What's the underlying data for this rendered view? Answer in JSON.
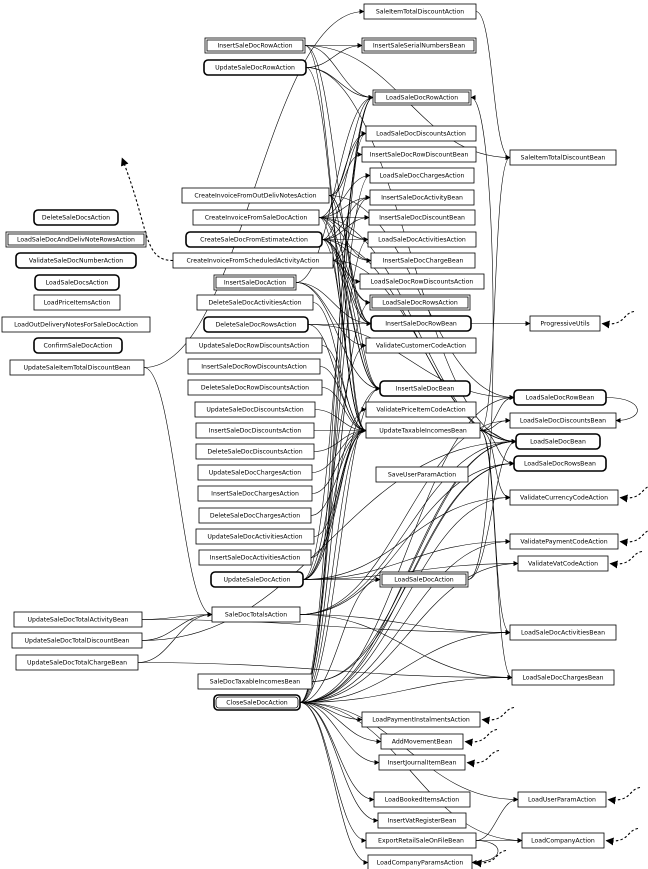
{
  "nodes": [
    {
      "id": "SaleItemTotalDiscountAction",
      "label": "SaleItemTotalDiscountAction",
      "style": "single"
    },
    {
      "id": "InsertSaleDocRowAction",
      "label": "InsertSaleDocRowAction",
      "style": "double"
    },
    {
      "id": "InsertSaleSerialNumbersBean",
      "label": "InsertSaleSerialNumbersBean",
      "style": "double"
    },
    {
      "id": "UpdateSaleDocRowAction",
      "label": "UpdateSaleDocRowAction",
      "style": "rounded"
    },
    {
      "id": "LoadSaleDocRowAction",
      "label": "LoadSaleDocRowAction",
      "style": "double"
    },
    {
      "id": "LoadSaleDocDiscountsAction",
      "label": "LoadSaleDocDiscountsAction",
      "style": "single"
    },
    {
      "id": "InsertSaleDocRowDiscountBean",
      "label": "InsertSaleDocRowDiscountBean",
      "style": "single"
    },
    {
      "id": "SaleItemTotalDiscountBean",
      "label": "SaleItemTotalDiscountBean",
      "style": "single"
    },
    {
      "id": "LoadSaleDocChargesAction",
      "label": "LoadSaleDocChargesAction",
      "style": "single"
    },
    {
      "id": "CreateInvoiceFromOutDelivNotesAction",
      "label": "CreateInvoiceFromOutDelivNotesAction",
      "style": "single"
    },
    {
      "id": "InsertSaleDocActivityBean",
      "label": "InsertSaleDocActivityBean",
      "style": "single"
    },
    {
      "id": "CreateInvoiceFromSaleDocAction",
      "label": "CreateInvoiceFromSaleDocAction",
      "style": "single"
    },
    {
      "id": "InsertSaleDocDiscountBean",
      "label": "InsertSaleDocDiscountBean",
      "style": "single"
    },
    {
      "id": "DeleteSaleDocsAction",
      "label": "DeleteSaleDocsAction",
      "style": "rounded"
    },
    {
      "id": "CreateSaleDocFromEstimateAction",
      "label": "CreateSaleDocFromEstimateAction",
      "style": "rounded"
    },
    {
      "id": "LoadSaleDocActivitiesAction",
      "label": "LoadSaleDocActivitiesAction",
      "style": "single"
    },
    {
      "id": "LoadSaleDocAndDelivNoteRowsAction",
      "label": "LoadSaleDocAndDelivNoteRowsAction",
      "style": "double"
    },
    {
      "id": "CreateInvoiceFromScheduledActivityAction",
      "label": "CreateInvoiceFromScheduledActivityAction",
      "style": "single"
    },
    {
      "id": "InsertSaleDocChargeBean",
      "label": "InsertSaleDocChargeBean",
      "style": "single"
    },
    {
      "id": "ValidateSaleDocNumberAction",
      "label": "ValidateSaleDocNumberAction",
      "style": "rounded"
    },
    {
      "id": "InsertSaleDocAction",
      "label": "InsertSaleDocAction",
      "style": "double"
    },
    {
      "id": "LoadSaleDocRowDiscountsAction",
      "label": "LoadSaleDocRowDiscountsAction",
      "style": "single"
    },
    {
      "id": "LoadSaleDocsAction",
      "label": "LoadSaleDocsAction",
      "style": "rounded"
    },
    {
      "id": "DeleteSaleDocActivitiesAction",
      "label": "DeleteSaleDocActivitiesAction",
      "style": "single"
    },
    {
      "id": "LoadSaleDocRowsAction",
      "label": "LoadSaleDocRowsAction",
      "style": "double"
    },
    {
      "id": "LoadPriceItemsAction",
      "label": "LoadPriceItemsAction",
      "style": "single"
    },
    {
      "id": "LoadOutDeliveryNotesForSaleDocAction",
      "label": "LoadOutDeliveryNotesForSaleDocAction",
      "style": "single"
    },
    {
      "id": "DeleteSaleDocRowsAction",
      "label": "DeleteSaleDocRowsAction",
      "style": "rounded"
    },
    {
      "id": "InsertSaleDocRowBean",
      "label": "InsertSaleDocRowBean",
      "style": "rounded"
    },
    {
      "id": "ProgressiveUtils",
      "label": "ProgressiveUtils",
      "style": "single"
    },
    {
      "id": "ConfirmSaleDocAction",
      "label": "ConfirmSaleDocAction",
      "style": "rounded"
    },
    {
      "id": "UpdateSaleDocRowDiscountsAction",
      "label": "UpdateSaleDocRowDiscountsAction",
      "style": "single"
    },
    {
      "id": "ValidateCustomerCodeAction",
      "label": "ValidateCustomerCodeAction",
      "style": "single"
    },
    {
      "id": "UpdateSaleItemTotalDiscountBean",
      "label": "UpdateSaleItemTotalDiscountBean",
      "style": "single"
    },
    {
      "id": "InsertSaleDocRowDiscountsAction",
      "label": "InsertSaleDocRowDiscountsAction",
      "style": "single"
    },
    {
      "id": "DeleteSaleDocRowDiscountsAction",
      "label": "DeleteSaleDocRowDiscountsAction",
      "style": "single"
    },
    {
      "id": "InsertSaleDocBean",
      "label": "InsertSaleDocBean",
      "style": "rounded"
    },
    {
      "id": "LoadSaleDocRowBean",
      "label": "LoadSaleDocRowBean",
      "style": "rounded"
    },
    {
      "id": "UpdateSaleDocDiscountsAction",
      "label": "UpdateSaleDocDiscountsAction",
      "style": "single"
    },
    {
      "id": "ValidatePriceItemCodeAction",
      "label": "ValidatePriceItemCodeAction",
      "style": "single"
    },
    {
      "id": "LoadSaleDocDiscountsBean",
      "label": "LoadSaleDocDiscountsBean",
      "style": "single"
    },
    {
      "id": "InsertSaleDocDiscountsAction",
      "label": "InsertSaleDocDiscountsAction",
      "style": "single"
    },
    {
      "id": "UpdateTaxableIncomesBean",
      "label": "UpdateTaxableIncomesBean",
      "style": "single"
    },
    {
      "id": "LoadSaleDocBean",
      "label": "LoadSaleDocBean",
      "style": "rounded"
    },
    {
      "id": "DeleteSaleDocDiscountsAction",
      "label": "DeleteSaleDocDiscountsAction",
      "style": "single"
    },
    {
      "id": "LoadSaleDocRowsBean",
      "label": "LoadSaleDocRowsBean",
      "style": "rounded"
    },
    {
      "id": "UpdateSaleDocChargesAction",
      "label": "UpdateSaleDocChargesAction",
      "style": "single"
    },
    {
      "id": "SaveUserParamAction",
      "label": "SaveUserParamAction",
      "style": "single"
    },
    {
      "id": "InsertSaleDocChargesAction",
      "label": "InsertSaleDocChargesAction",
      "style": "single"
    },
    {
      "id": "ValidateCurrencyCodeAction",
      "label": "ValidateCurrencyCodeAction",
      "style": "single"
    },
    {
      "id": "DeleteSaleDocChargesAction",
      "label": "DeleteSaleDocChargesAction",
      "style": "single"
    },
    {
      "id": "UpdateSaleDocActivitiesAction",
      "label": "UpdateSaleDocActivitiesAction",
      "style": "single"
    },
    {
      "id": "ValidatePaymentCodeAction",
      "label": "ValidatePaymentCodeAction",
      "style": "single"
    },
    {
      "id": "InsertSaleDocActivitiesAction",
      "label": "InsertSaleDocActivitiesAction",
      "style": "single"
    },
    {
      "id": "ValidateVatCodeAction",
      "label": "ValidateVatCodeAction",
      "style": "single"
    },
    {
      "id": "UpdateSaleDocAction",
      "label": "UpdateSaleDocAction",
      "style": "rounded"
    },
    {
      "id": "LoadSaleDocAction",
      "label": "LoadSaleDocAction",
      "style": "double"
    },
    {
      "id": "UpdateSaleDocTotalActivityBean",
      "label": "UpdateSaleDocTotalActivityBean",
      "style": "single"
    },
    {
      "id": "SaleDocTotalsAction",
      "label": "SaleDocTotalsAction",
      "style": "single"
    },
    {
      "id": "LoadSaleDocActivitiesBean",
      "label": "LoadSaleDocActivitiesBean",
      "style": "single"
    },
    {
      "id": "UpdateSaleDocTotalDiscountBean",
      "label": "UpdateSaleDocTotalDiscountBean",
      "style": "single"
    },
    {
      "id": "UpdateSaleDocTotalChargeBean",
      "label": "UpdateSaleDocTotalChargeBean",
      "style": "single"
    },
    {
      "id": "LoadSaleDocChargesBean",
      "label": "LoadSaleDocChargesBean",
      "style": "single"
    },
    {
      "id": "SaleDocTaxableIncomesBean",
      "label": "SaleDocTaxableIncomesBean",
      "style": "single"
    },
    {
      "id": "CloseSaleDocAction",
      "label": "CloseSaleDocAction",
      "style": "double-rounded"
    },
    {
      "id": "LoadPaymentInstalmentsAction",
      "label": "LoadPaymentInstalmentsAction",
      "style": "single"
    },
    {
      "id": "AddMovementBean",
      "label": "AddMovementBean",
      "style": "single"
    },
    {
      "id": "InsertJournalItemBean",
      "label": "InsertJournalItemBean",
      "style": "single"
    },
    {
      "id": "LoadBookedItemsAction",
      "label": "LoadBookedItemsAction",
      "style": "single"
    },
    {
      "id": "LoadUserParamAction",
      "label": "LoadUserParamAction",
      "style": "single"
    },
    {
      "id": "InsertVatRegisterBean",
      "label": "InsertVatRegisterBean",
      "style": "single"
    },
    {
      "id": "ExportRetailSaleOnFileBean",
      "label": "ExportRetailSaleOnFileBean",
      "style": "single"
    },
    {
      "id": "LoadCompanyAction",
      "label": "LoadCompanyAction",
      "style": "single"
    },
    {
      "id": "LoadCompanyParamsAction",
      "label": "LoadCompanyParamsAction",
      "style": "single"
    }
  ],
  "edges": [
    [
      "UpdateSaleItemTotalDiscountBean",
      "SaleItemTotalDiscountAction"
    ],
    [
      "SaleItemTotalDiscountAction",
      "SaleItemTotalDiscountBean"
    ],
    [
      "InsertSaleDocRowAction",
      "InsertSaleSerialNumbersBean"
    ],
    [
      "InsertSaleDocRowAction",
      "InsertSaleDocRowBean"
    ],
    [
      "InsertSaleDocRowAction",
      "LoadSaleDocRowAction"
    ],
    [
      "InsertSaleDocRowAction",
      "UpdateTaxableIncomesBean"
    ],
    [
      "InsertSaleDocRowAction",
      "SaleItemTotalDiscountBean"
    ],
    [
      "UpdateSaleDocRowAction",
      "InsertSaleSerialNumbersBean"
    ],
    [
      "UpdateSaleDocRowAction",
      "LoadSaleDocRowAction"
    ],
    [
      "UpdateSaleDocRowAction",
      "UpdateTaxableIncomesBean"
    ],
    [
      "UpdateSaleDocRowAction",
      "LoadSaleDocBean"
    ],
    [
      "CreateInvoiceFromOutDelivNotesAction",
      "InsertSaleDocBean"
    ],
    [
      "CreateInvoiceFromOutDelivNotesAction",
      "InsertSaleDocRowBean"
    ],
    [
      "CreateInvoiceFromOutDelivNotesAction",
      "UpdateTaxableIncomesBean"
    ],
    [
      "CreateInvoiceFromOutDelivNotesAction",
      "InsertSaleDocRowDiscountBean"
    ],
    [
      "CreateInvoiceFromOutDelivNotesAction",
      "LoadSaleDocRowAction"
    ],
    [
      "CreateInvoiceFromOutDelivNotesAction",
      "LoadSaleDocRowBean"
    ],
    [
      "CreateInvoiceFromSaleDocAction",
      "InsertSaleDocBean"
    ],
    [
      "CreateInvoiceFromSaleDocAction",
      "InsertSaleDocActivityBean"
    ],
    [
      "CreateInvoiceFromSaleDocAction",
      "InsertSaleDocDiscountBean"
    ],
    [
      "CreateInvoiceFromSaleDocAction",
      "InsertSaleDocChargeBean"
    ],
    [
      "CreateInvoiceFromSaleDocAction",
      "LoadSaleDocDiscountsAction"
    ],
    [
      "CreateInvoiceFromSaleDocAction",
      "LoadSaleDocChargesAction"
    ],
    [
      "CreateInvoiceFromSaleDocAction",
      "LoadSaleDocActivitiesAction"
    ],
    [
      "CreateInvoiceFromSaleDocAction",
      "LoadSaleDocRowsAction"
    ],
    [
      "CreateInvoiceFromSaleDocAction",
      "UpdateTaxableIncomesBean"
    ],
    [
      "CreateInvoiceFromSaleDocAction",
      "LoadSaleDocBean"
    ],
    [
      "CreateSaleDocFromEstimateAction",
      "InsertSaleDocBean"
    ],
    [
      "CreateSaleDocFromEstimateAction",
      "InsertSaleDocActivityBean"
    ],
    [
      "CreateSaleDocFromEstimateAction",
      "InsertSaleDocDiscountBean"
    ],
    [
      "CreateSaleDocFromEstimateAction",
      "InsertSaleDocChargeBean"
    ],
    [
      "CreateSaleDocFromEstimateAction",
      "LoadSaleDocDiscountsAction"
    ],
    [
      "CreateSaleDocFromEstimateAction",
      "LoadSaleDocActivitiesAction"
    ],
    [
      "CreateSaleDocFromEstimateAction",
      "LoadSaleDocRowsAction"
    ],
    [
      "CreateSaleDocFromEstimateAction",
      "LoadSaleDocRowDiscountsAction"
    ],
    [
      "CreateSaleDocFromEstimateAction",
      "InsertSaleDocRowBean"
    ],
    [
      "CreateSaleDocFromEstimateAction",
      "UpdateTaxableIncomesBean"
    ],
    [
      "CreateSaleDocFromEstimateAction",
      "LoadSaleDocBean"
    ],
    [
      "CreateInvoiceFromScheduledActivityAction",
      "InsertSaleDocBean"
    ],
    [
      "CreateInvoiceFromScheduledActivityAction",
      "InsertSaleDocRowBean"
    ],
    [
      "CreateInvoiceFromScheduledActivityAction",
      "UpdateTaxableIncomesBean"
    ],
    [
      "CreateInvoiceFromScheduledActivityAction",
      "InsertSaleDocActivityBean"
    ],
    [
      "CreateInvoiceFromScheduledActivityAction",
      "LoadSaleDocRowAction"
    ],
    [
      "CreateInvoiceFromScheduledActivityAction",
      "LoadSaleDocBean"
    ],
    [
      "InsertSaleDocAction",
      "InsertSaleDocBean"
    ],
    [
      "InsertSaleDocAction",
      "LoadSaleDocRowAction"
    ],
    [
      "InsertSaleDocAction",
      "ValidateCustomerCodeAction"
    ],
    [
      "InsertSaleDocAction",
      "InsertSaleDocRowBean"
    ],
    [
      "DeleteSaleDocRowsAction",
      "LoadSaleDocRowBean"
    ],
    [
      "DeleteSaleDocRowsAction",
      "UpdateTaxableIncomesBean"
    ],
    [
      "DeleteSaleDocRowsAction",
      "InsertSaleDocRowBean"
    ],
    [
      "InsertSaleDocRowBean",
      "ProgressiveUtils"
    ],
    [
      "DeleteSaleDocActivitiesAction",
      "UpdateTaxableIncomesBean"
    ],
    [
      "UpdateSaleDocRowDiscountsAction",
      "UpdateTaxableIncomesBean"
    ],
    [
      "InsertSaleDocRowDiscountsAction",
      "UpdateTaxableIncomesBean"
    ],
    [
      "DeleteSaleDocRowDiscountsAction",
      "UpdateTaxableIncomesBean"
    ],
    [
      "UpdateSaleDocDiscountsAction",
      "UpdateTaxableIncomesBean"
    ],
    [
      "InsertSaleDocDiscountsAction",
      "UpdateTaxableIncomesBean"
    ],
    [
      "DeleteSaleDocDiscountsAction",
      "UpdateTaxableIncomesBean"
    ],
    [
      "UpdateSaleDocChargesAction",
      "UpdateTaxableIncomesBean"
    ],
    [
      "InsertSaleDocChargesAction",
      "UpdateTaxableIncomesBean"
    ],
    [
      "DeleteSaleDocChargesAction",
      "UpdateTaxableIncomesBean"
    ],
    [
      "UpdateSaleDocActivitiesAction",
      "UpdateTaxableIncomesBean"
    ],
    [
      "InsertSaleDocActivitiesAction",
      "UpdateTaxableIncomesBean"
    ],
    [
      "UpdateTaxableIncomesBean",
      "LoadSaleDocRowBean"
    ],
    [
      "UpdateTaxableIncomesBean",
      "LoadSaleDocDiscountsBean"
    ],
    [
      "UpdateTaxableIncomesBean",
      "LoadSaleDocBean"
    ],
    [
      "UpdateTaxableIncomesBean",
      "LoadSaleDocRowsBean"
    ],
    [
      "UpdateTaxableIncomesBean",
      "LoadSaleDocActivitiesBean"
    ],
    [
      "UpdateTaxableIncomesBean",
      "LoadSaleDocChargesBean"
    ],
    [
      "UpdateTaxableIncomesBean",
      "SaleItemTotalDiscountBean"
    ],
    [
      "UpdateTaxableIncomesBean",
      "ValidateCurrencyCodeAction"
    ],
    [
      "UpdateSaleDocAction",
      "LoadSaleDocRowAction"
    ],
    [
      "UpdateSaleDocAction",
      "InsertSaleDocBean"
    ],
    [
      "UpdateSaleDocAction",
      "ValidateCustomerCodeAction"
    ],
    [
      "UpdateSaleDocAction",
      "ValidatePriceItemCodeAction"
    ],
    [
      "UpdateSaleDocAction",
      "ValidateCurrencyCodeAction"
    ],
    [
      "UpdateSaleDocAction",
      "ValidatePaymentCodeAction"
    ],
    [
      "UpdateSaleDocAction",
      "ValidateVatCodeAction"
    ],
    [
      "UpdateSaleDocAction",
      "UpdateTaxableIncomesBean"
    ],
    [
      "UpdateSaleDocAction",
      "LoadSaleDocAction"
    ],
    [
      "LoadSaleDocAction",
      "LoadSaleDocBean"
    ],
    [
      "LoadSaleDocAction",
      "LoadSaleDocRowAction"
    ],
    [
      "UpdateSaleDocTotalActivityBean",
      "SaleDocTotalsAction"
    ],
    [
      "UpdateSaleDocTotalDiscountBean",
      "SaleDocTotalsAction"
    ],
    [
      "UpdateSaleDocTotalChargeBean",
      "SaleDocTotalsAction"
    ],
    [
      "UpdateSaleItemTotalDiscountBean",
      "SaleDocTotalsAction"
    ],
    [
      "SaleDocTotalsAction",
      "LoadSaleDocBean"
    ],
    [
      "SaleDocTotalsAction",
      "LoadSaleDocRowsBean"
    ],
    [
      "SaleDocTotalsAction",
      "LoadSaleDocActivitiesBean"
    ],
    [
      "SaleDocTotalsAction",
      "LoadSaleDocChargesBean"
    ],
    [
      "SaleDocTotalsAction",
      "LoadSaleDocDiscountsBean"
    ],
    [
      "UpdateSaleDocTotalActivityBean",
      "LoadSaleDocActivitiesBean"
    ],
    [
      "UpdateSaleDocTotalChargeBean",
      "LoadSaleDocChargesBean"
    ],
    [
      "UpdateSaleDocTotalDiscountBean",
      "LoadSaleDocBean"
    ],
    [
      "SaleDocTaxableIncomesBean",
      "LoadSaleDocBean"
    ],
    [
      "SaleDocTaxableIncomesBean",
      "LoadSaleDocRowsBean"
    ],
    [
      "CloseSaleDocAction",
      "LoadSaleDocRowAction"
    ],
    [
      "CloseSaleDocAction",
      "LoadSaleDocDiscountsAction"
    ],
    [
      "CloseSaleDocAction",
      "LoadSaleDocChargesAction"
    ],
    [
      "CloseSaleDocAction",
      "LoadSaleDocActivitiesAction"
    ],
    [
      "CloseSaleDocAction",
      "LoadSaleDocRowsAction"
    ],
    [
      "CloseSaleDocAction",
      "InsertSaleDocBean"
    ],
    [
      "CloseSaleDocAction",
      "UpdateTaxableIncomesBean"
    ],
    [
      "CloseSaleDocAction",
      "LoadSaleDocAction"
    ],
    [
      "CloseSaleDocAction",
      "LoadSaleDocBean"
    ],
    [
      "CloseSaleDocAction",
      "LoadSaleDocRowBean"
    ],
    [
      "CloseSaleDocAction",
      "LoadSaleDocRowsBean"
    ],
    [
      "CloseSaleDocAction",
      "LoadSaleDocActivitiesBean"
    ],
    [
      "CloseSaleDocAction",
      "LoadSaleDocChargesBean"
    ],
    [
      "CloseSaleDocAction",
      "ValidateCurrencyCodeAction"
    ],
    [
      "CloseSaleDocAction",
      "ValidatePaymentCodeAction"
    ],
    [
      "CloseSaleDocAction",
      "ValidateVatCodeAction"
    ],
    [
      "CloseSaleDocAction",
      "LoadPaymentInstalmentsAction"
    ],
    [
      "CloseSaleDocAction",
      "AddMovementBean"
    ],
    [
      "CloseSaleDocAction",
      "InsertJournalItemBean"
    ],
    [
      "CloseSaleDocAction",
      "LoadBookedItemsAction"
    ],
    [
      "CloseSaleDocAction",
      "LoadUserParamAction"
    ],
    [
      "CloseSaleDocAction",
      "InsertVatRegisterBean"
    ],
    [
      "CloseSaleDocAction",
      "ExportRetailSaleOnFileBean"
    ],
    [
      "CloseSaleDocAction",
      "LoadCompanyAction"
    ],
    [
      "CloseSaleDocAction",
      "LoadCompanyParamsAction"
    ],
    [
      "ExportRetailSaleOnFileBean",
      "LoadUserParamAction"
    ],
    [
      "ExportRetailSaleOnFileBean",
      "LoadCompanyAction"
    ],
    [
      "ExportRetailSaleOnFileBean",
      "LoadCompanyParamsAction"
    ],
    [
      "LoadSaleDocRowBean",
      "LoadSaleDocDiscountsBean"
    ]
  ],
  "dashed_links": [
    "ProgressiveUtils",
    "ValidateCurrencyCodeAction",
    "ValidatePaymentCodeAction",
    "ValidateVatCodeAction",
    "LoadPaymentInstalmentsAction",
    "AddMovementBean",
    "InsertJournalItemBean",
    "LoadUserParamAction",
    "LoadCompanyAction",
    "LoadCompanyParamsAction",
    "CreateInvoiceFromScheduledActivityAction"
  ]
}
